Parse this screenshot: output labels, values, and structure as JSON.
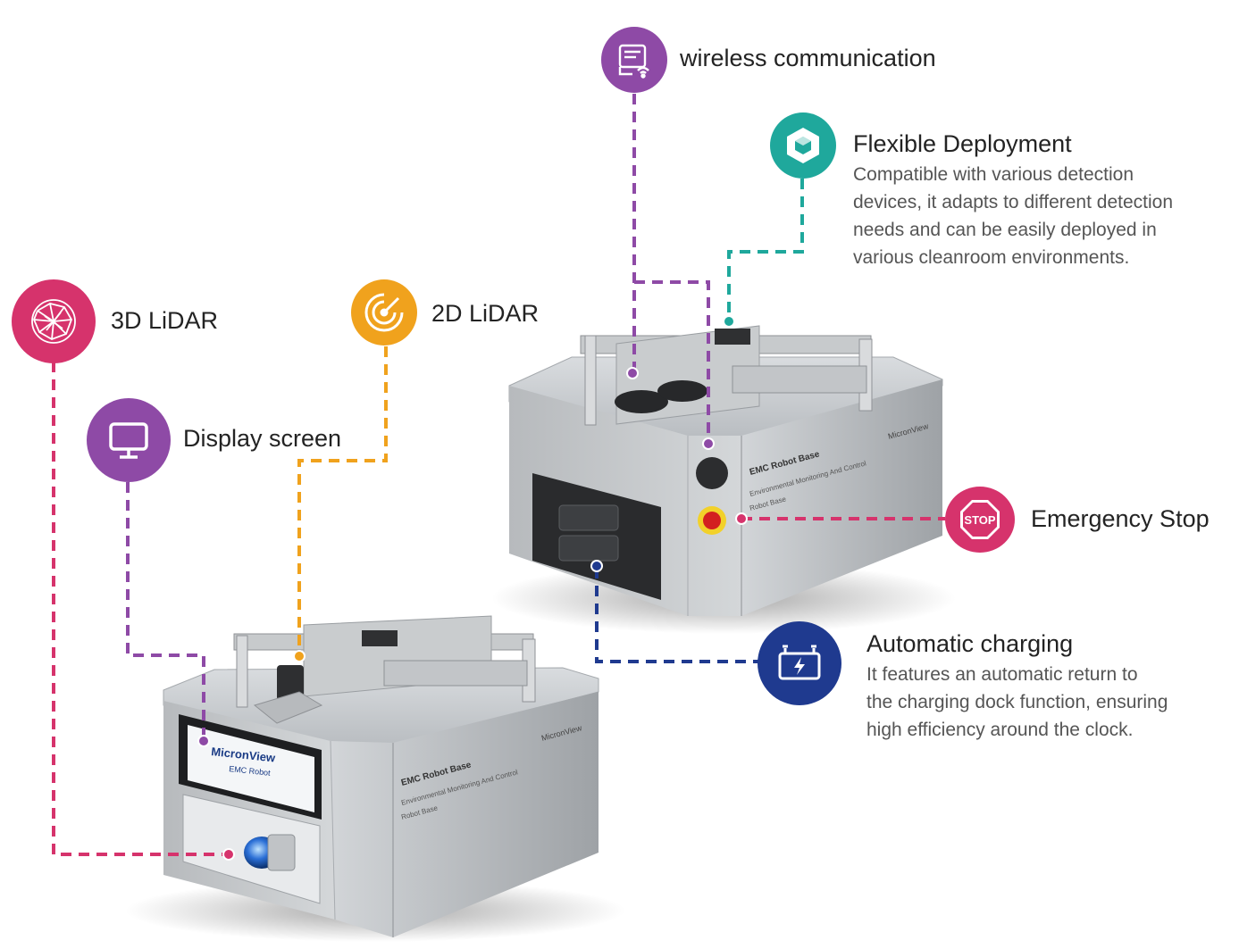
{
  "features": {
    "wireless": {
      "title": "wireless communication",
      "color": "#8e4aa6",
      "icon": "wireless-doc-icon"
    },
    "flexible": {
      "title": "Flexible Deployment",
      "color": "#1fa89c",
      "icon": "hexagon-icon",
      "desc": [
        "Compatible with various detection",
        "devices, it adapts to different detection",
        "needs and can be easily deployed in",
        "various cleanroom environments."
      ]
    },
    "lidar3d": {
      "title": "3D LiDAR",
      "color": "#d6336c",
      "icon": "globe-mesh-icon"
    },
    "lidar2d": {
      "title": "2D LiDAR",
      "color": "#f0a21d",
      "icon": "radar-icon"
    },
    "display": {
      "title": "Display screen",
      "color": "#8e4aa6",
      "icon": "monitor-icon"
    },
    "estop": {
      "title": "Emergency Stop",
      "color": "#d6336c",
      "icon": "stop-sign-icon",
      "sign": "STOP"
    },
    "charging": {
      "title": "Automatic charging",
      "color": "#1f3a8f",
      "icon": "battery-icon",
      "desc": [
        "It features an automatic return to",
        "the charging dock function, ensuring",
        "high efficiency around the clock."
      ]
    }
  },
  "robot_front": {
    "brand": "MicronView",
    "subbrand": "EMC Robot",
    "panel_title": "EMC Robot Base",
    "panel_line1": "Environmental Monitoring And Control",
    "panel_line2": "Robot Base",
    "corner_brand": "MicronView"
  },
  "robot_back": {
    "panel_title": "EMC Robot Base",
    "panel_line1": "Environmental Monitoring And Control",
    "panel_line2": "Robot Base",
    "corner_brand": "MicronView"
  }
}
